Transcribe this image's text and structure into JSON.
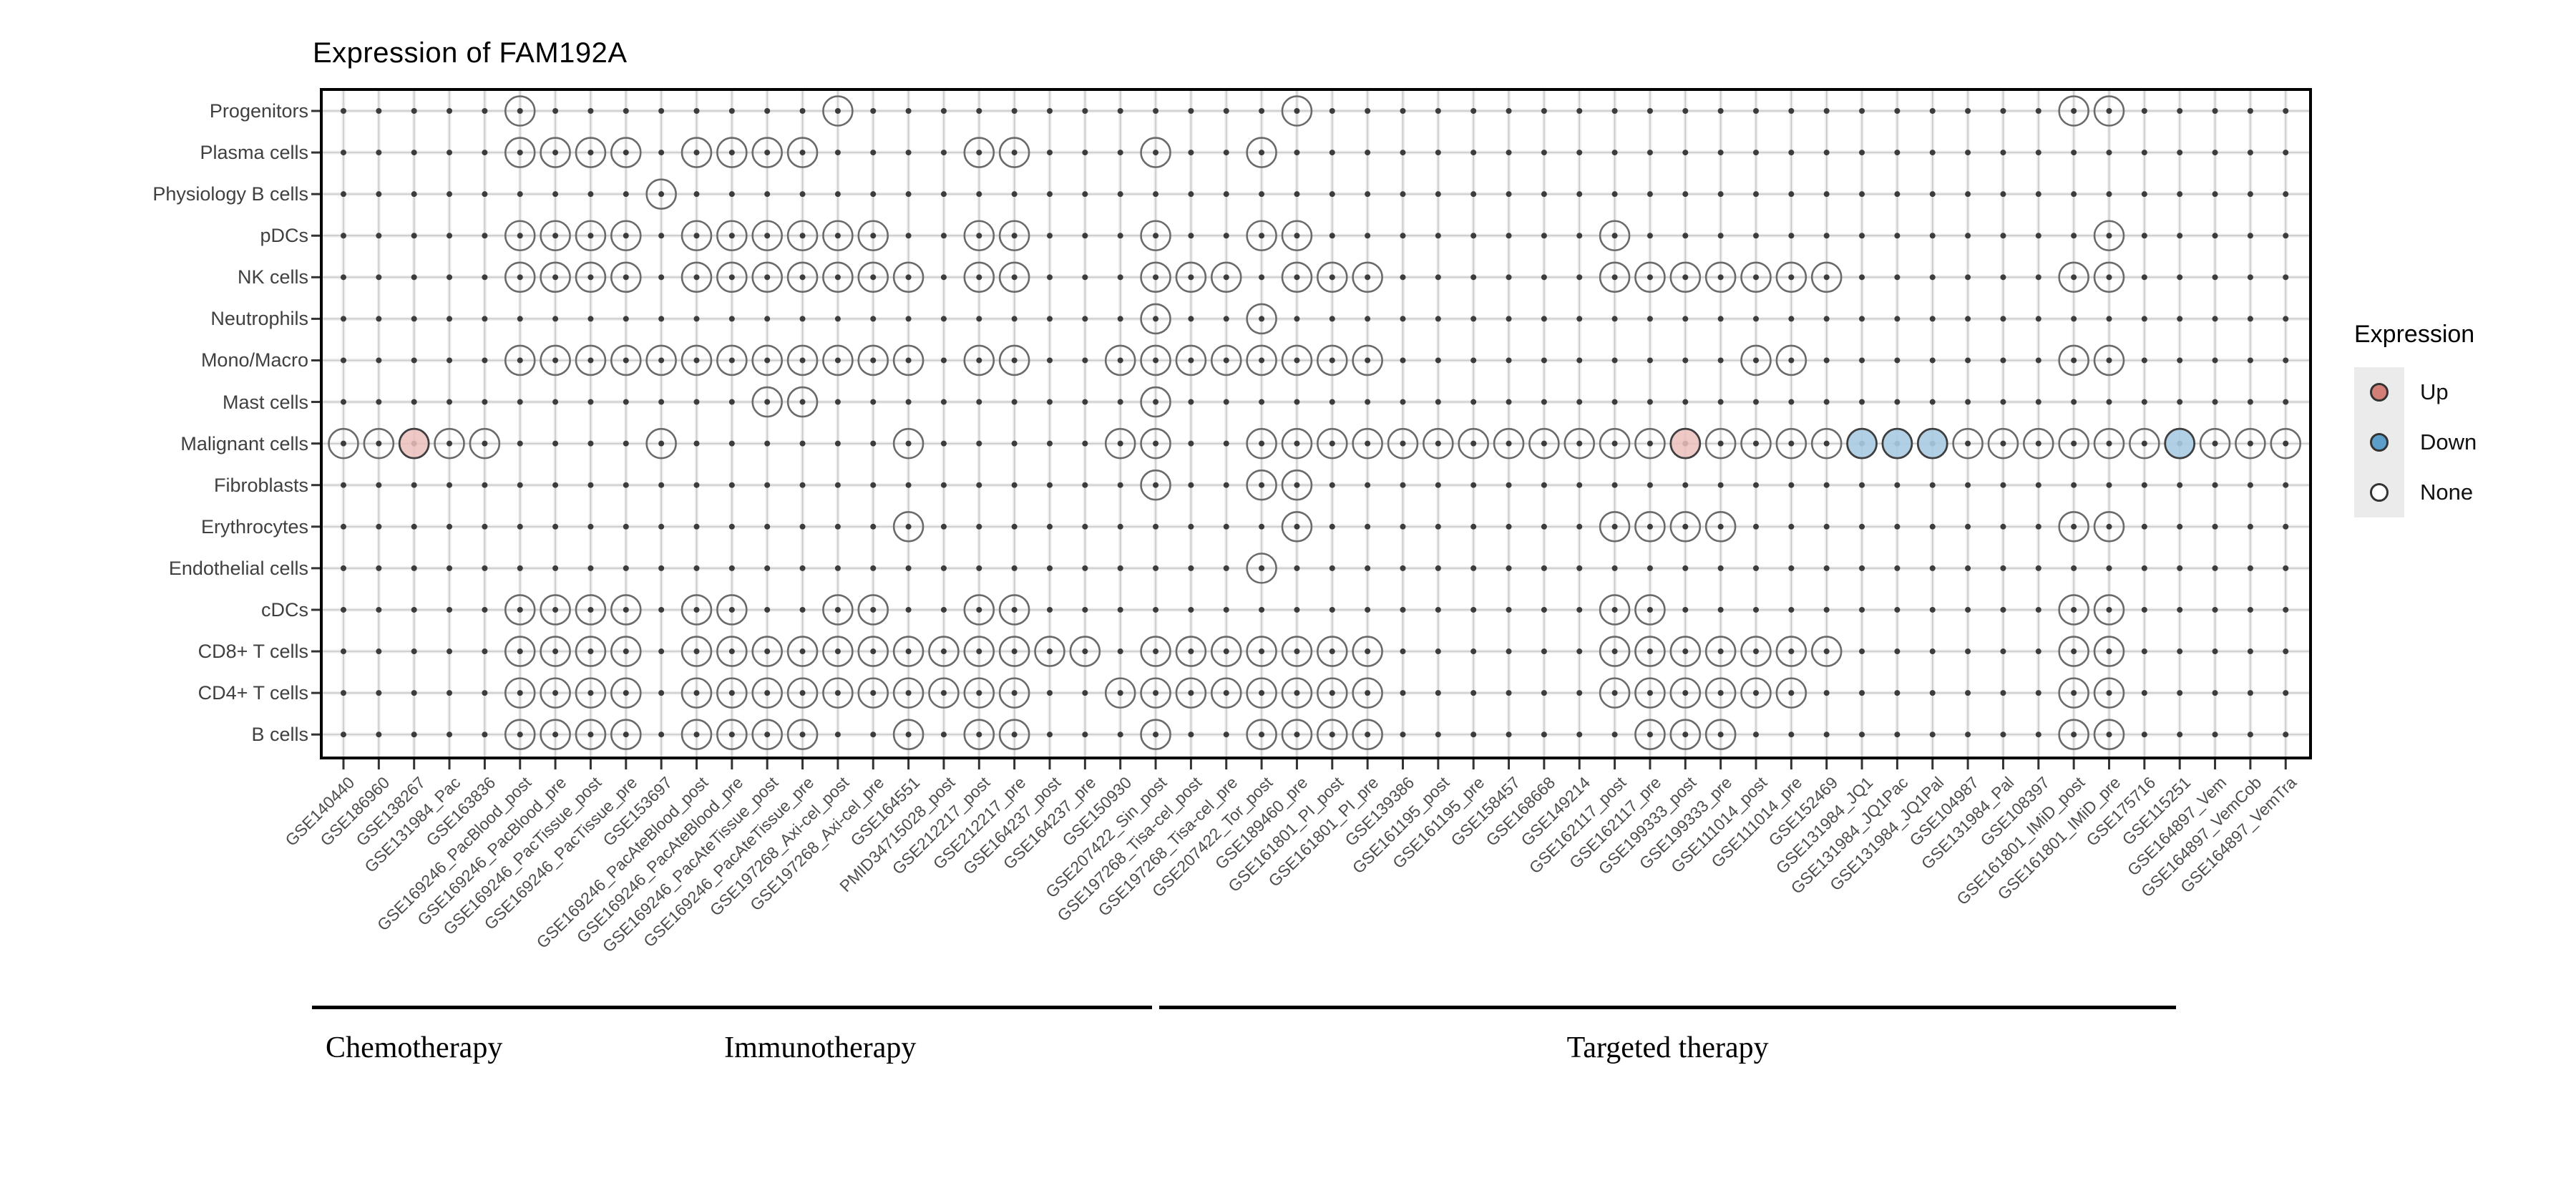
{
  "title": "Expression of FAM192A",
  "legend": {
    "title": "Expression",
    "items": [
      {
        "label": "Up",
        "color": "#d27f78"
      },
      {
        "label": "Down",
        "color": "#5b9ec9"
      },
      {
        "label": "None",
        "color": "#ffffff"
      }
    ]
  },
  "colors": {
    "up_fill": "#ecc0bc",
    "up_stroke": "#3f3f3f",
    "down_fill": "#a8cbe2",
    "down_stroke": "#3f3f3f",
    "none_fill": "none",
    "none_stroke": "#6a6a6a",
    "grid_major": "#ededed",
    "grid_minor": "#c6c6c6",
    "grid_dot": "#3c3c3c",
    "border": "#000000",
    "tick": "#333333"
  },
  "chart_data": {
    "type": "heatmap",
    "title": "Expression of FAM192A",
    "legend_position": "right",
    "grid": "on",
    "rows": [
      "Progenitors",
      "Plasma cells",
      "Physiology B cells",
      "pDCs",
      "NK cells",
      "Neutrophils",
      "Mono/Macro",
      "Mast cells",
      "Malignant cells",
      "Fibroblasts",
      "Erythrocytes",
      "Endothelial cells",
      "cDCs",
      "CD8+ T cells",
      "CD4+ T cells",
      "B cells"
    ],
    "cols": [
      "GSE140440",
      "GSE186960",
      "GSE138267",
      "GSE131984_Pac",
      "GSE163836",
      "GSE169246_PacBlood_post",
      "GSE169246_PacBlood_pre",
      "GSE169246_PacTissue_post",
      "GSE169246_PacTissue_pre",
      "GSE153697",
      "GSE169246_PacAteBlood_post",
      "GSE169246_PacAteBlood_pre",
      "GSE169246_PacAteTissue_post",
      "GSE169246_PacAteTissue_pre",
      "GSE197268_Axi-cel_post",
      "GSE197268_Axi-cel_pre",
      "GSE164551",
      "PMID34715028_post",
      "GSE212217_post",
      "GSE212217_pre",
      "GSE164237_post",
      "GSE164237_pre",
      "GSE150930",
      "GSE207422_Sin_post",
      "GSE197268_Tisa-cel_post",
      "GSE197268_Tisa-cel_pre",
      "GSE207422_Tor_post",
      "GSE189460_pre",
      "GSE161801_PI_post",
      "GSE161801_PI_pre",
      "GSE139386",
      "GSE161195_post",
      "GSE161195_pre",
      "GSE158457",
      "GSE168668",
      "GSE149214",
      "GSE162117_post",
      "GSE162117_pre",
      "GSE199333_post",
      "GSE199333_pre",
      "GSE111014_post",
      "GSE111014_pre",
      "GSE152469",
      "GSE131984_JQ1",
      "GSE131984_JQ1Pac",
      "GSE131984_JQ1Pal",
      "GSE104987",
      "GSE131984_Pal",
      "GSE108397",
      "GSE161801_IMiD_post",
      "GSE161801_IMiD_pre",
      "GSE175716",
      "GSE115251",
      "GSE164897_Vem",
      "GSE164897_VemCob",
      "GSE164897_VemTra"
    ],
    "groups": [
      {
        "label": "Chemotherapy",
        "col_start": 1,
        "col_end": 5
      },
      {
        "label": "Immunotherapy",
        "col_start": 6,
        "col_end": 23
      },
      {
        "label": "Targeted therapy",
        "col_start": 25,
        "col_end": 52
      }
    ],
    "cells": [
      {
        "row": "Progenitors",
        "none": [
          6,
          15,
          28,
          50,
          51
        ],
        "up": [],
        "down": []
      },
      {
        "row": "Plasma cells",
        "none": [
          6,
          7,
          8,
          9,
          11,
          12,
          13,
          14,
          19,
          20,
          24,
          27
        ],
        "up": [],
        "down": []
      },
      {
        "row": "Physiology B cells",
        "none": [
          10
        ],
        "up": [],
        "down": []
      },
      {
        "row": "pDCs",
        "none": [
          6,
          7,
          8,
          9,
          11,
          12,
          13,
          14,
          15,
          16,
          19,
          20,
          24,
          27,
          28,
          37,
          51
        ],
        "up": [],
        "down": []
      },
      {
        "row": "NK cells",
        "none": [
          6,
          7,
          8,
          9,
          11,
          12,
          13,
          14,
          15,
          16,
          17,
          19,
          20,
          24,
          25,
          26,
          28,
          29,
          30,
          37,
          38,
          39,
          40,
          41,
          42,
          43,
          50,
          51
        ],
        "up": [],
        "down": []
      },
      {
        "row": "Neutrophils",
        "none": [
          24,
          27
        ],
        "up": [],
        "down": []
      },
      {
        "row": "Mono/Macro",
        "none": [
          6,
          7,
          8,
          9,
          10,
          11,
          12,
          13,
          14,
          15,
          16,
          17,
          19,
          20,
          23,
          24,
          25,
          26,
          27,
          28,
          29,
          30,
          41,
          42,
          50,
          51
        ],
        "up": [],
        "down": []
      },
      {
        "row": "Mast cells",
        "none": [
          13,
          14,
          24
        ],
        "up": [],
        "down": []
      },
      {
        "row": "Malignant cells",
        "none": [
          1,
          2,
          4,
          5,
          10,
          17,
          23,
          24,
          27,
          28,
          29,
          30,
          31,
          32,
          33,
          34,
          35,
          36,
          37,
          38,
          40,
          41,
          42,
          43,
          47,
          48,
          49,
          50,
          51,
          52,
          54,
          55,
          56
        ],
        "up": [
          3,
          39
        ],
        "down": [
          44,
          45,
          46,
          53
        ]
      },
      {
        "row": "Fibroblasts",
        "none": [
          24,
          27,
          28
        ],
        "up": [],
        "down": []
      },
      {
        "row": "Erythrocytes",
        "none": [
          17,
          28,
          37,
          38,
          39,
          40,
          50,
          51
        ],
        "up": [],
        "down": []
      },
      {
        "row": "Endothelial cells",
        "none": [
          27
        ],
        "up": [],
        "down": []
      },
      {
        "row": "cDCs",
        "none": [
          6,
          7,
          8,
          9,
          11,
          12,
          15,
          16,
          19,
          20,
          37,
          38,
          50,
          51
        ],
        "up": [],
        "down": []
      },
      {
        "row": "CD8+ T cells",
        "none": [
          6,
          7,
          8,
          9,
          11,
          12,
          13,
          14,
          15,
          16,
          17,
          18,
          19,
          20,
          21,
          22,
          24,
          25,
          26,
          27,
          28,
          29,
          30,
          37,
          38,
          39,
          40,
          41,
          42,
          43,
          50,
          51
        ],
        "up": [],
        "down": []
      },
      {
        "row": "CD4+ T cells",
        "none": [
          6,
          7,
          8,
          9,
          11,
          12,
          13,
          14,
          15,
          16,
          17,
          18,
          19,
          20,
          23,
          24,
          25,
          26,
          27,
          28,
          29,
          30,
          37,
          38,
          39,
          40,
          41,
          42,
          50,
          51
        ],
        "up": [],
        "down": []
      },
      {
        "row": "B cells",
        "none": [
          6,
          7,
          8,
          9,
          11,
          12,
          13,
          14,
          17,
          19,
          20,
          24,
          27,
          28,
          29,
          30,
          38,
          39,
          40,
          50,
          51
        ],
        "up": [],
        "down": []
      }
    ]
  }
}
